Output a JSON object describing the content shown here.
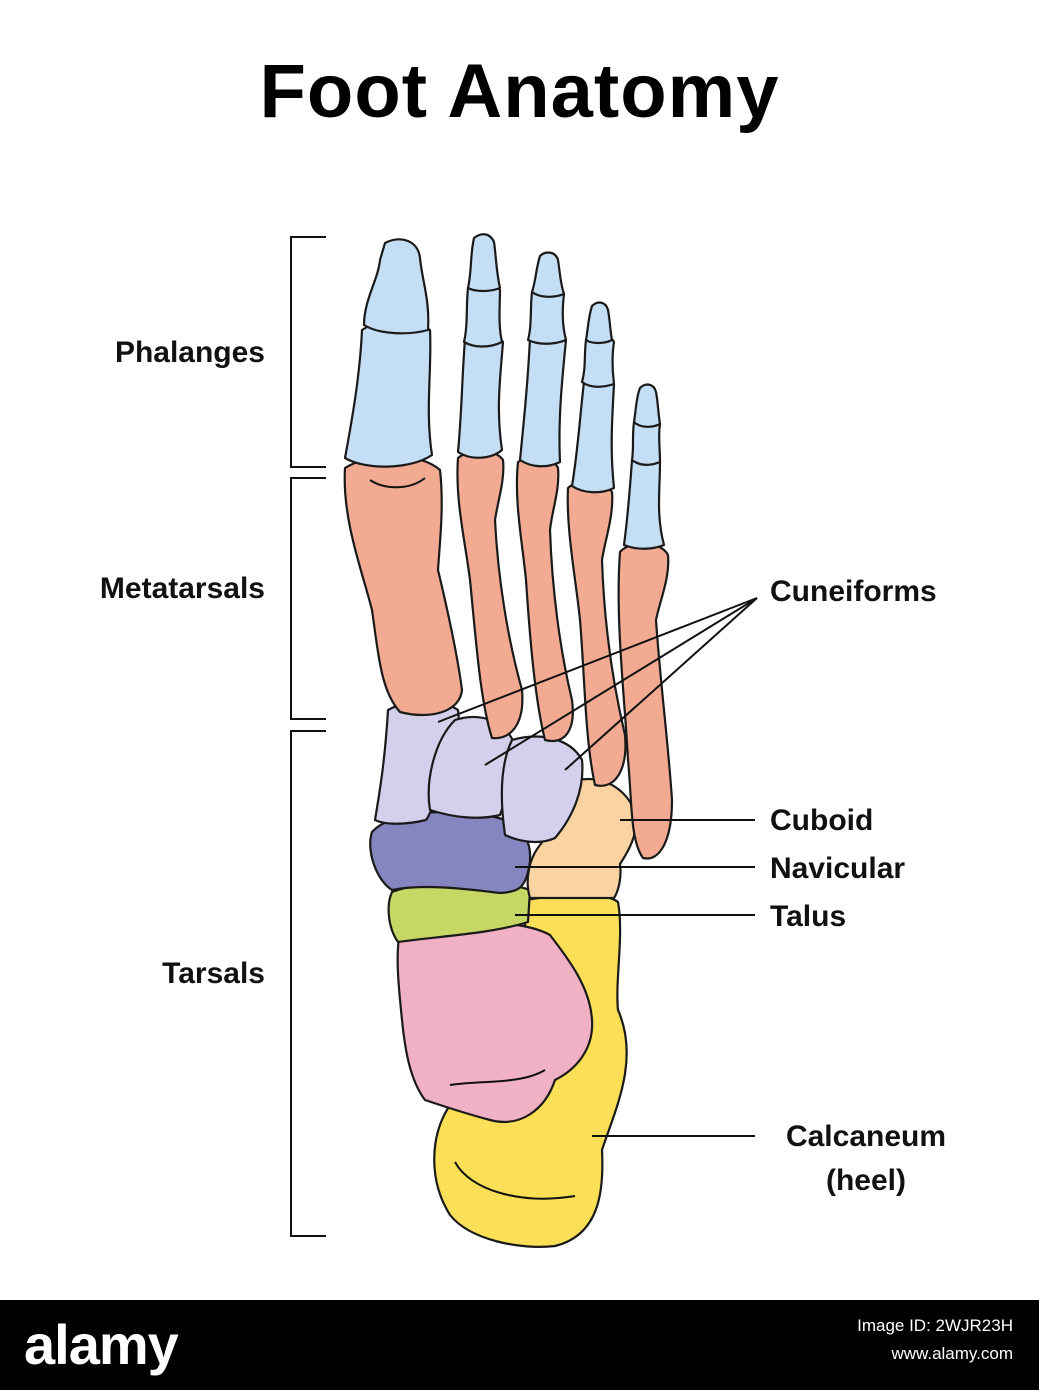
{
  "title": "Foot Anatomy",
  "groups": {
    "phalanges": "Phalanges",
    "metatarsals": "Metatarsals",
    "tarsals": "Tarsals"
  },
  "parts": {
    "cuneiforms": "Cuneiforms",
    "cuboid": "Cuboid",
    "navicular": "Navicular",
    "talus": "Talus",
    "calcaneum_line1": "Calcaneum",
    "calcaneum_line2": "(heel)"
  },
  "colors": {
    "phalanges": "#c4def5",
    "metatarsals": "#f2ab92",
    "cuneiforms": "#d4d0ec",
    "cuboid": "#f9d3a2",
    "navicular": "#8585c0",
    "talus": "#c6d766",
    "calcaneum_upper": "#f1b1c4",
    "calcaneum": "#fbe057"
  },
  "footer": {
    "brand": "alamy",
    "image_id": "Image ID: 2WJR23H",
    "site": "www.alamy.com"
  }
}
